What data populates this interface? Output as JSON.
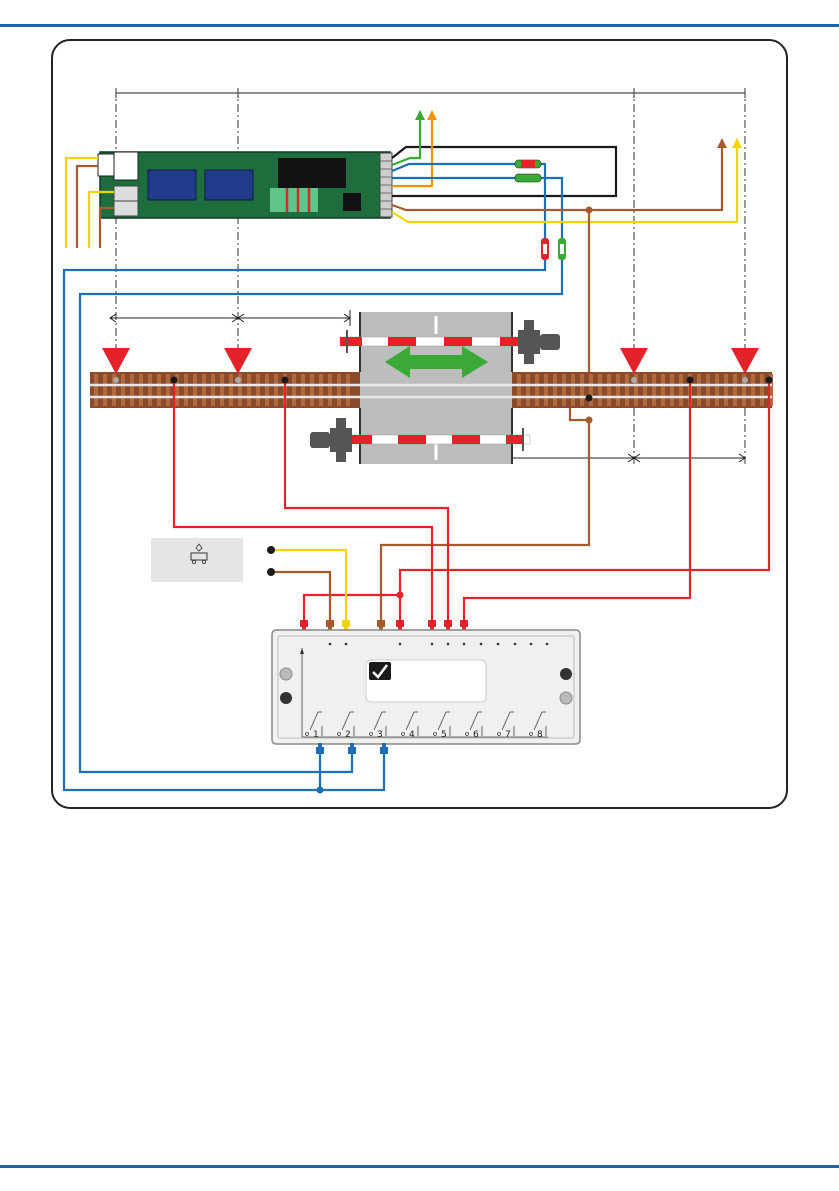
{
  "colors": {
    "brand_blue": "#1f63a8",
    "wire_red": "#e32229",
    "wire_brown": "#a65b2e",
    "wire_yellow": "#f2d500",
    "wire_green": "#3aa935",
    "wire_orange": "#f39200",
    "wire_blue": "#1f6fb5",
    "wire_black": "#1a1a1a",
    "decoder_board": "#1e6e3d",
    "road_grey": "#bdbdbd",
    "rail_bed": "#8a4b2a"
  },
  "relay_module": {
    "logo": "V",
    "output_numbers": [
      "1",
      "2",
      "3",
      "4",
      "5",
      "6",
      "7",
      "8"
    ]
  },
  "contact_track_icon": "contact-track-symbol-icon",
  "crossing_arrow_icon": "double-arrow-icon",
  "signal_markers_icon": "red-triangle-icon"
}
